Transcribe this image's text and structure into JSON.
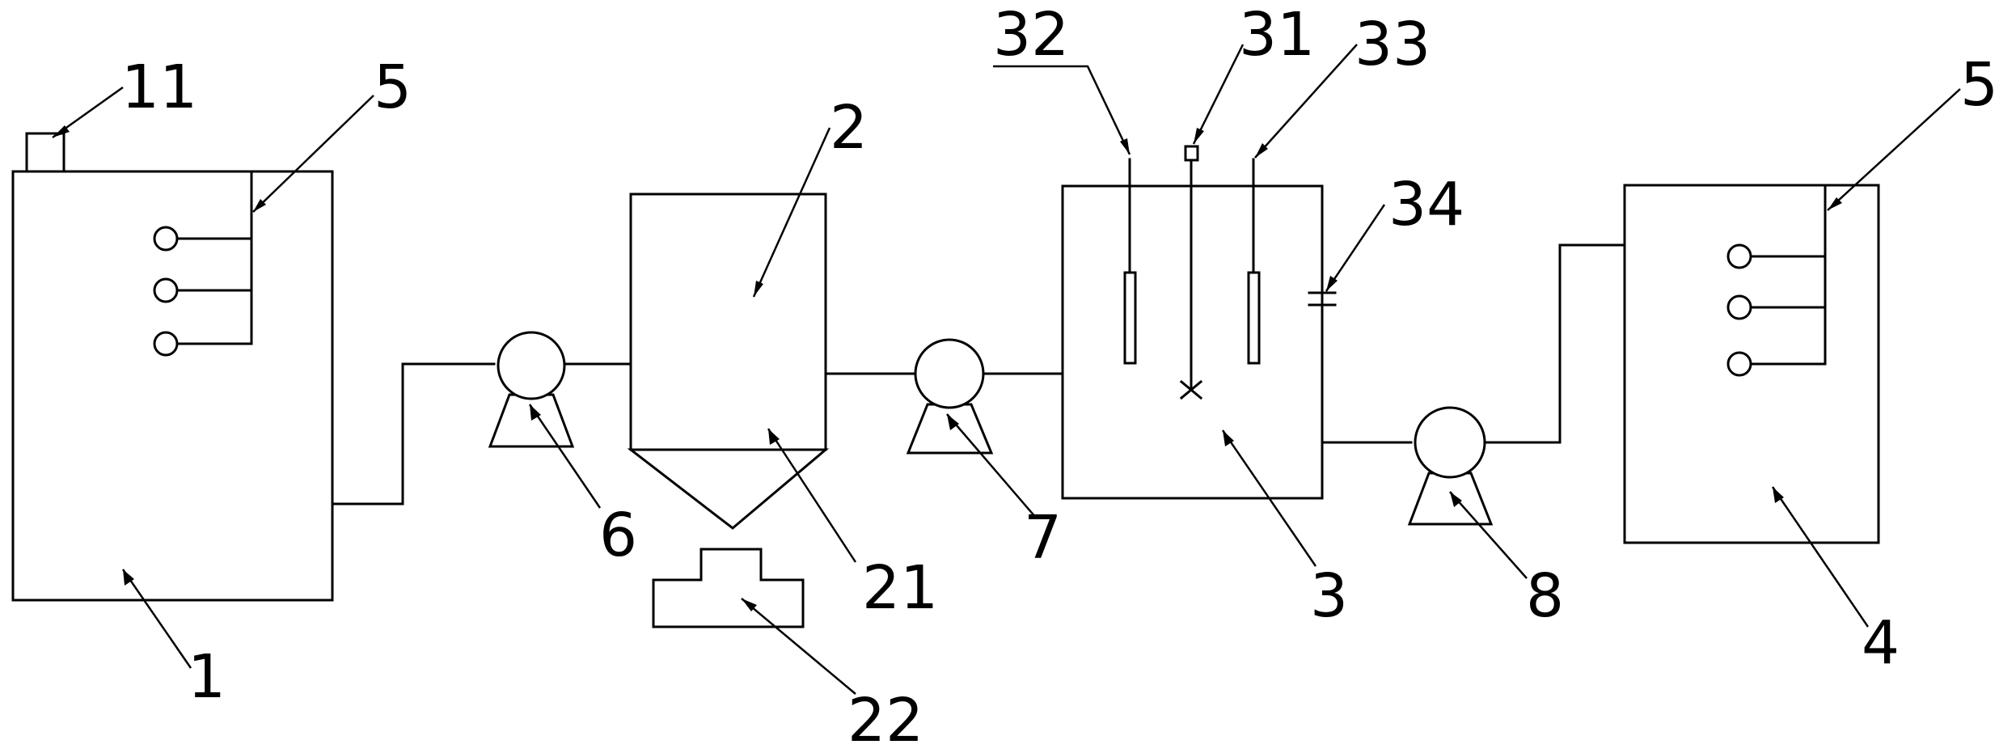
{
  "labels": {
    "l1": "1",
    "l11": "11",
    "l5a": "5",
    "l6": "6",
    "l2": "2",
    "l21": "21",
    "l22": "22",
    "l7": "7",
    "l32": "32",
    "l31": "31",
    "l33": "33",
    "l34": "34",
    "l3": "3",
    "l8": "8",
    "l5b": "5",
    "l4": "4"
  }
}
